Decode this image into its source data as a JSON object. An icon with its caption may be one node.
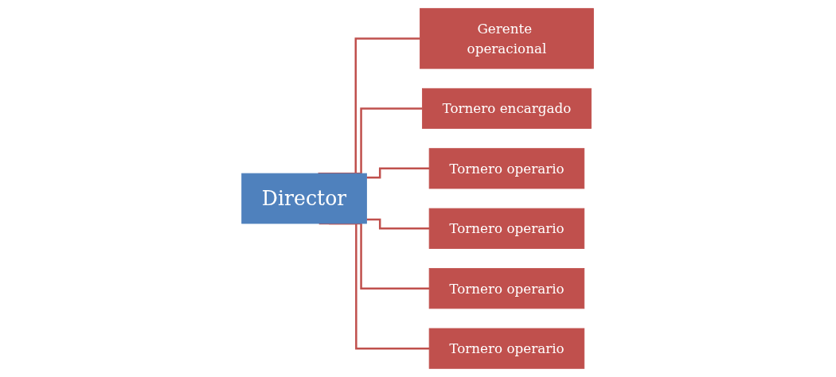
{
  "diagram": {
    "nodes": [
      {
        "text": [
          "Director"
        ]
      },
      {
        "text": [
          "Gerente operacional"
        ]
      },
      {
        "text": [
          "Tornero encargado"
        ]
      },
      {
        "text": [
          "Tornero operario"
        ]
      },
      {
        "text": [
          "Tornero operario"
        ]
      },
      {
        "text": [
          "Tornero operario"
        ]
      },
      {
        "text": [
          "Tornero operario"
        ]
      }
    ],
    "edges": [
      {
        "from": 0,
        "to": 1,
        "arrow": "none"
      },
      {
        "from": 0,
        "to": 2,
        "arrow": "none"
      },
      {
        "from": 0,
        "to": 3,
        "arrow": "none"
      },
      {
        "from": 0,
        "to": 4,
        "arrow": "none"
      },
      {
        "from": 0,
        "to": 5,
        "arrow": "none"
      },
      {
        "from": 0,
        "to": 6,
        "arrow": "none"
      }
    ]
  }
}
